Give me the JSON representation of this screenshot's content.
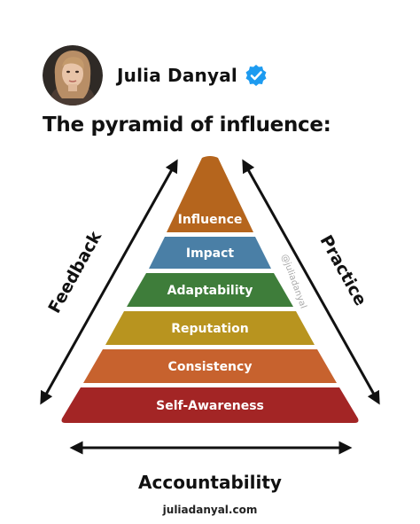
{
  "author": {
    "name": "Julia Danyal",
    "verified": true,
    "verified_color": "#1d9bf0"
  },
  "title": "The pyramid of influence:",
  "pyramid": {
    "levels": [
      {
        "label": "Influence",
        "color": "#b5651d"
      },
      {
        "label": "Impact",
        "color": "#4a7fa6"
      },
      {
        "label": "Adaptability",
        "color": "#3e7d3a"
      },
      {
        "label": "Reputation",
        "color": "#b8941f"
      },
      {
        "label": "Consistency",
        "color": "#c7622e"
      },
      {
        "label": "Self-Awareness",
        "color": "#a32525"
      }
    ],
    "watermark": "@juliadanyal"
  },
  "arrows": {
    "left": "Feedback",
    "right": "Practice",
    "bottom": "Accountability"
  },
  "footer": {
    "url": "juliadanyal.com"
  }
}
